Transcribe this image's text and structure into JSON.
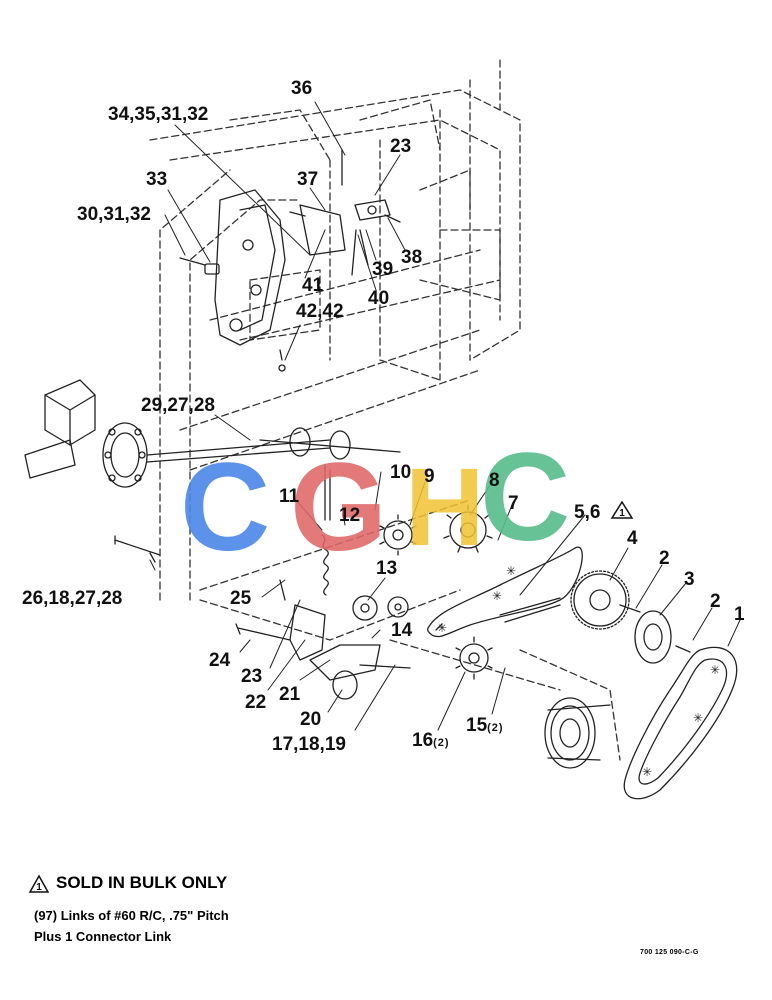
{
  "callouts": {
    "c36": "36",
    "c34": "34,35,31,32",
    "c23a": "23",
    "c33": "33",
    "c37": "37",
    "c30": "30,31,32",
    "c39": "39",
    "c38": "38",
    "c41": "41",
    "c40": "40",
    "c42": "42,42",
    "c29": "29,27,28",
    "c10": "10",
    "c9": "9",
    "c8": "8",
    "c11": "11",
    "c12": "12",
    "c7": "7",
    "c56": "5,6",
    "c4": "4",
    "c2a": "2",
    "c3": "3",
    "c2b": "2",
    "c1": "1",
    "c13": "13",
    "c26": "26,18,27,28",
    "c25": "25",
    "c14": "14",
    "c24": "24",
    "c23b": "23",
    "c22": "22",
    "c21": "21",
    "c20": "20",
    "c1719": "17,18,19",
    "c16": "16",
    "c16q": "(2)",
    "c15": "15",
    "c15q": "(2)"
  },
  "note": {
    "marker": "1",
    "title": "SOLD IN BULK ONLY",
    "line1": "(97) Links of #60 R/C, .75\" Pitch",
    "line2": "Plus 1 Connector Link"
  },
  "drawing_number": "700 125 090-C-G",
  "watermark": {
    "letters": [
      "C",
      "G",
      "H",
      "C"
    ],
    "colors": [
      "#4a86e8",
      "#e06666",
      "#f1c232",
      "#57bb8a"
    ]
  }
}
